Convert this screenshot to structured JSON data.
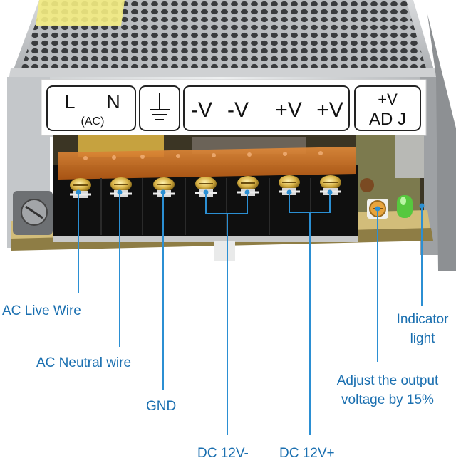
{
  "terminal_panel": {
    "l_label": "L",
    "n_label": "N",
    "ac_label": "(AC)",
    "v_minus_1": "-V",
    "v_minus_2": "-V",
    "v_plus_1": "+V",
    "v_plus_2": "+V",
    "adj_top": "+V",
    "adj_bottom": "AD J"
  },
  "callouts": {
    "ac_live": "AC Live Wire",
    "ac_neutral": "AC Neutral wire",
    "gnd": "GND",
    "dc_minus": "DC 12V-",
    "dc_plus": "DC 12V+",
    "adjust_line1": "Adjust the output",
    "adjust_line2": "voltage by 15%",
    "indicator_line1": "Indicator",
    "indicator_line2": "light"
  },
  "colors": {
    "callout": "#1a6fb0",
    "leader": "#2b8fd3",
    "terminal_block": "#0f0f0f",
    "cover": "#c96a1c",
    "pcb": "#d2bd7a"
  },
  "icons": [
    "ground-icon",
    "led-indicator-icon",
    "potentiometer-icon"
  ]
}
